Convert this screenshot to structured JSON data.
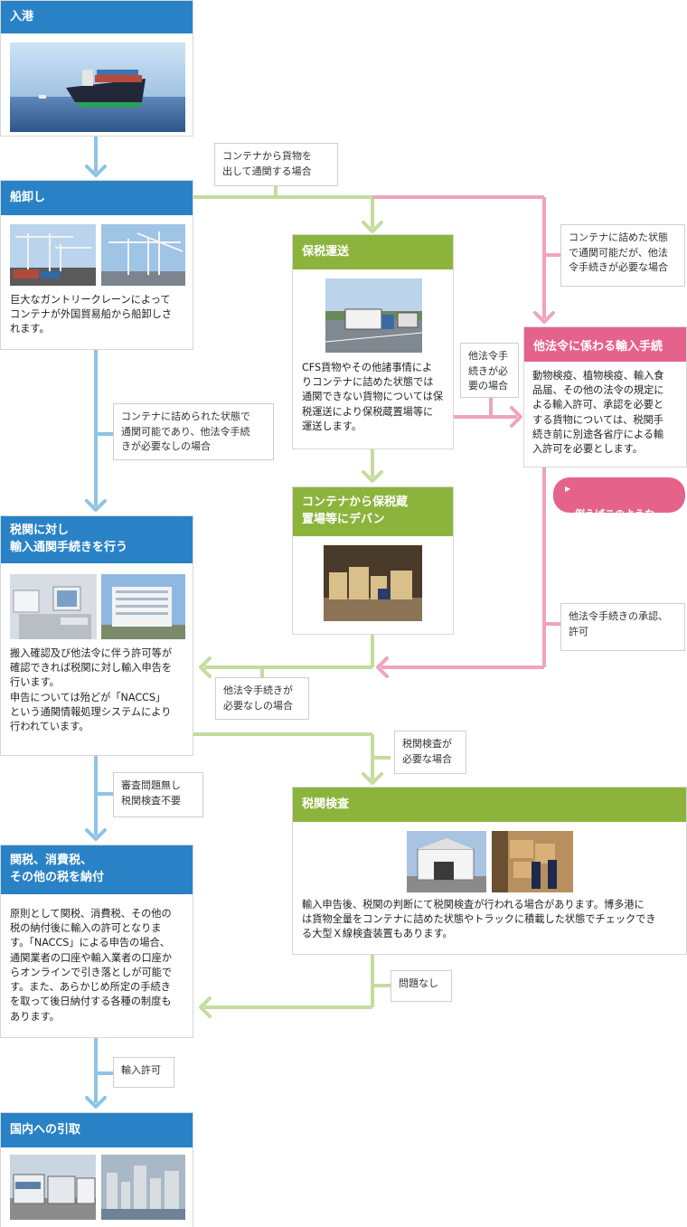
{
  "steps": {
    "arrival": {
      "title": "入港"
    },
    "unloading": {
      "title": "船卸し",
      "text": "巨大なガントリークレーンによって\nコンテナが外国貿易船から船卸しさ\nれます。"
    },
    "customs": {
      "title": "税関に対し\n輸入通関手続きを行う",
      "text": "搬入確認及び他法令に伴う許可等が\n確認できれば税関に対し輸入申告を\n行います。\n申告については殆どが「NACCS」\nという通関情報処理システムにより\n行われています。"
    },
    "tax": {
      "title": "関税、消費税、\nその他の税を納付",
      "text": "原則として関税、消費税、その他の\n税の納付後に輸入の許可となりま\nす。「NACCS」による申告の場合、\n通関業者の口座や輸入業者の口座か\nらオンラインで引き落としが可能で\nす。また、あらかじめ所定の手続き\nを取って後日納付する各種の制度も\nあります。"
    },
    "domestic": {
      "title": "国内への引取"
    },
    "bonded": {
      "title": "保税運送",
      "text": "CFS貨物やその他諸事情によ\nりコンテナに詰めた状態では\n通関できない貨物については保\n税運送により保税蔵置場等に\n運送します。"
    },
    "devan": {
      "title": "コンテナから保税蔵\n置場等にデバン"
    },
    "inspection": {
      "title": "税関検査",
      "text": "輸入申告後、税関の判断にて税関検査が行われる場合があります。博多港に\nは貨物全量をコンテナに詰めた状態やトラックに積載した状態でチェックでき\nる大型Ｘ線検査装置もあります。"
    },
    "other_law": {
      "title": "他法令に係わる輸入手続",
      "text": "動物検疫、植物検疫、輸入食\n品届、その他の法令の規定に\nよる輸入許可、承認を必要と\nする貨物については、税関手\n続き前に別途各省庁による輸\n入許可を必要とします。"
    }
  },
  "notes": {
    "unpack": "コンテナから貨物を\n出して通関する場合",
    "container_other_law": "コンテナに詰めた状態\nで通関可能だが、他法\n令手続きが必要な場合",
    "container_no_other_law": "コンテナに詰められた状態で\n通関可能であり、他法令手続\nきが必要なしの場合",
    "other_law_needed": "他法令手\n続きが必\n要の場合",
    "other_law_approved": "他法令手続きの承認、\n許可",
    "other_law_not_needed": "他法令手続きが\n必要なしの場合",
    "inspection_needed": "税関検査が\n必要な場合",
    "no_issue_no_inspection": "審査問題無し\n税関検査不要",
    "no_problem": "問題なし",
    "import_permit": "輸入許可"
  },
  "example_button": "例えばこのような\nものを輸入する場合",
  "colors": {
    "blue": "#2a82c6",
    "green": "#8cb43c",
    "pink": "#e5628b",
    "blue_line": "#8ec3e6",
    "green_line": "#c4dc9c",
    "pink_line": "#f0a3bd"
  }
}
